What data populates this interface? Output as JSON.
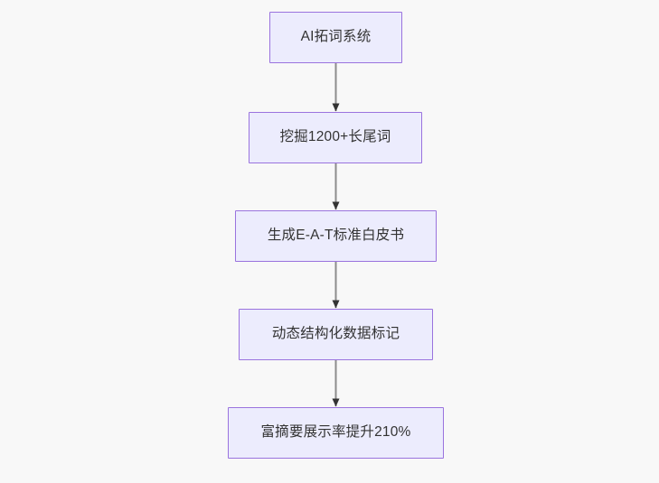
{
  "diagram": {
    "type": "flowchart",
    "direction": "top-to-bottom",
    "background_color": "#f8f8f8",
    "node_fill_color": "#ececfd",
    "node_border_color": "#9a73de",
    "node_text_color": "#333333",
    "edge_color": "#8d8d8d",
    "arrowhead_color": "#333333",
    "nodes": [
      {
        "id": "n1",
        "label": "AI拓词系统"
      },
      {
        "id": "n2",
        "label": "挖掘1200+长尾词"
      },
      {
        "id": "n3",
        "label": "生成E-A-T标准白皮书"
      },
      {
        "id": "n4",
        "label": "动态结构化数据标记"
      },
      {
        "id": "n5",
        "label": "富摘要展示率提升210%"
      }
    ],
    "edges": [
      {
        "from": "n1",
        "to": "n2",
        "label": ""
      },
      {
        "from": "n2",
        "to": "n3",
        "label": ""
      },
      {
        "from": "n3",
        "to": "n4",
        "label": ""
      },
      {
        "from": "n4",
        "to": "n5",
        "label": ""
      }
    ]
  }
}
